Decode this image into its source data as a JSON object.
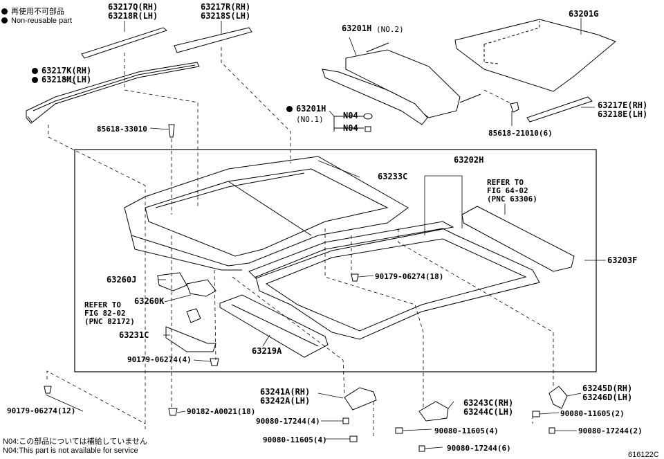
{
  "legend": {
    "line1": "再使用不可部品",
    "line2": "Non-reusable part"
  },
  "parts": {
    "p63217Q": "63217Q(RH)",
    "p63218R": "63218R(LH)",
    "p63217R": "63217R(RH)",
    "p63218S": "63218S(LH)",
    "p63201G": "63201G",
    "p63201H_no2": "63201H",
    "no2": "(NO.2)",
    "p63217K": "63217K(RH)",
    "p63218M": "63218M(LH)",
    "p63201H_no1": "63201H",
    "no1": "(NO.1)",
    "n04a": "N04",
    "n04b": "N04",
    "p85618_21010": "85618-21010(6)",
    "p63217E": "63217E(RH)",
    "p63218E": "63218E(LH)",
    "p85618_33010": "85618-33010",
    "p63233C": "63233C",
    "p63202H": "63202H",
    "refer1_a": "REFER TO",
    "refer1_b": "FIG 64-02",
    "refer1_c": "(PNC 63306)",
    "p63203F": "63203F",
    "p90179_18": "90179-06274(18)",
    "p63260J": "63260J",
    "p63260K": "63260K",
    "refer2_a": "REFER TO",
    "refer2_b": "FIG 82-02",
    "refer2_c": "(PNC 82172)",
    "p63231C": "63231C",
    "p90179_4": "90179-06274(4)",
    "p63219A": "63219A",
    "p63241A": "63241A(RH)",
    "p63242A": "63242A(LH)",
    "p63243C": "63243C(RH)",
    "p63244C": "63244C(LH)",
    "p63245D": "63245D(RH)",
    "p63246D": "63246D(LH)",
    "p90179_12": "90179-06274(12)",
    "p90182": "90182-A0021(18)",
    "p90080_17244_4": "90080-17244(4)",
    "p90080_11605_4a": "90080-11605(4)",
    "p90080_11605_4b": "90080-11605(4)",
    "p90080_17244_6": "90080-17244(6)",
    "p90080_11605_2": "90080-11605(2)",
    "p90080_17244_2": "90080-17244(2)"
  },
  "notes": {
    "jp": "N04:この部品については補給していません",
    "en": "N04:This part is not available for service"
  },
  "figure_id": "616122C"
}
